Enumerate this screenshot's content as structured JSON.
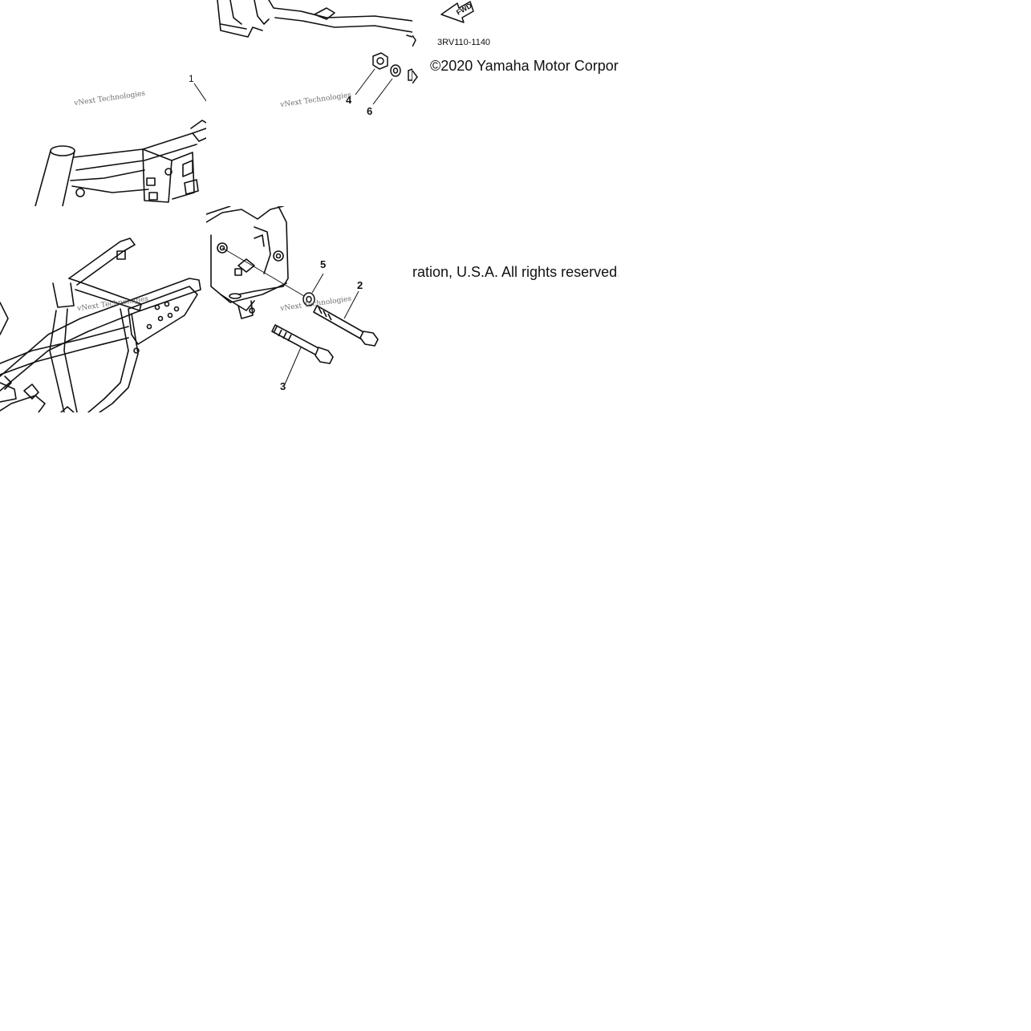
{
  "diagram": {
    "part_code": "3RV110-1140",
    "copyright_left": "©2020 Yamaha Motor Corpor",
    "copyright_right": "ration, U.S.A. All rights reserved.",
    "watermark": "vNext Technologies",
    "fwd_label": "FWD",
    "callouts": {
      "c1": "1",
      "c2": "2",
      "c3": "3",
      "c4": "4",
      "c5": "5",
      "c6": "6"
    }
  }
}
